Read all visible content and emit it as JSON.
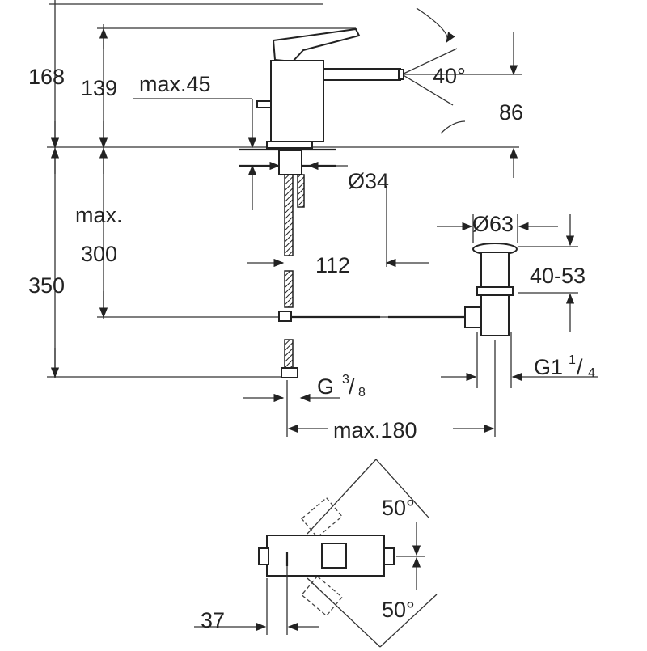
{
  "elevation": {
    "dim_168": "168",
    "dim_139": "139",
    "dim_max45": "max.45",
    "angle_40": "40°",
    "dim_86": "86",
    "dia_34": "Ø34",
    "max_label": "max.",
    "dim_300": "300",
    "dim_350": "350",
    "dim_112": "112",
    "dia_63": "Ø63",
    "dim_40_53": "40-53",
    "thread_g38_main": "G",
    "thread_g38_num": "3",
    "thread_g38_den": "8",
    "thread_g114_main": "G1",
    "thread_g114_num": "1",
    "thread_g114_den": "4",
    "dim_max180": "max.180"
  },
  "plan": {
    "angle_top": "50°",
    "angle_bottom": "50°",
    "dim_37": "37"
  }
}
